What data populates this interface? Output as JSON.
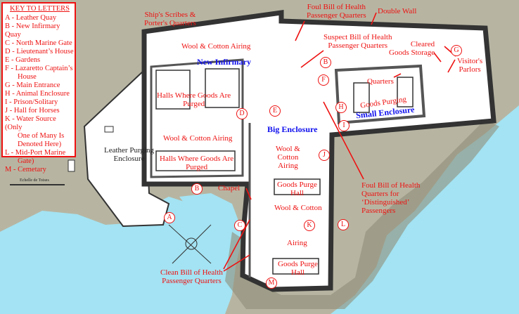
{
  "colors": {
    "land": "#b7b5a2",
    "sea": "#a3e3f3",
    "label": "#ee1111",
    "enclosure_label": "#1010ee",
    "wall": "#333333"
  },
  "key": {
    "title": "KEY TO LETTERS",
    "items": [
      {
        "text": "A - Leather Quay"
      },
      {
        "text": "B - New Infirmary Quay"
      },
      {
        "text": "C - North Marine Gate"
      },
      {
        "text": "D - Lieutenant’s House"
      },
      {
        "text": "E - Gardens"
      },
      {
        "text": "F - Lazaretto Captain’s",
        "cont": "House"
      },
      {
        "text": "G - Main Entrance"
      },
      {
        "text": "H - Animal Enclosure"
      },
      {
        "text": "I - Prison/Solitary"
      },
      {
        "text": "J - Hall for Horses"
      },
      {
        "text": "K - Water Source (Only",
        "cont": "One of Many Is",
        "cont2": "Denoted Here)"
      },
      {
        "text": "L - Mid-Port Marine",
        "cont": "Gate)"
      },
      {
        "text": "M - Cemetary"
      }
    ]
  },
  "scale_label": "Echelle de Toises",
  "enclosures": {
    "new_infirmary": "New Infirmary",
    "big": "Big Enclosure",
    "small": "Small Enclosure"
  },
  "labels": {
    "ships_scribes": [
      "Ship's Scribes &",
      "Porter's Quarters"
    ],
    "foul_bill": [
      "Foul Bill of Health",
      "Passenger Quarters"
    ],
    "double_wall": "Double Wall",
    "suspect_bill": [
      "Suspect Bill of Health",
      "Passenger Quarters"
    ],
    "cleared_goods": [
      "Cleared",
      "Goods Storage"
    ],
    "visitors": [
      "Visitor's",
      "Parlors"
    ],
    "quarters": "Quarters",
    "goods_purging": "Goods Purging",
    "wool_airing_1": "Wool & Cotton Airing",
    "halls_purged_1": [
      "Halls Where Goods Are",
      "Purged"
    ],
    "wool_airing_2": "Wool & Cotton Airing",
    "halls_purged_2": [
      "Halls Where Goods Are",
      "Purged"
    ],
    "leather_purging": [
      "Leather Purging",
      "Enclosure"
    ],
    "wool_airing_3": [
      "Wool &",
      "Cotton",
      "Airing"
    ],
    "goods_purge_hall_1": [
      "Goods Purge",
      "Hall"
    ],
    "wool_cotton": "Wool & Cotton",
    "airing": "Airing",
    "goods_purge_hall_2": [
      "Goods Purge",
      "Hall"
    ],
    "chapel": "Chapel",
    "clean_bill": [
      "Clean Bill of Health",
      "Passenger Quarters"
    ],
    "foul_distinguished": [
      "Foul Bill of Health",
      "Quarters for",
      "‘Distinguished’",
      "Passengers"
    ]
  },
  "markers": {
    "A": "A",
    "B": "B",
    "B2": "B",
    "C": "C",
    "D": "D",
    "E": "E",
    "F": "F",
    "G": "G",
    "H": "H",
    "I": "I",
    "J": "J",
    "K": "K",
    "L": "L",
    "M": "M"
  }
}
